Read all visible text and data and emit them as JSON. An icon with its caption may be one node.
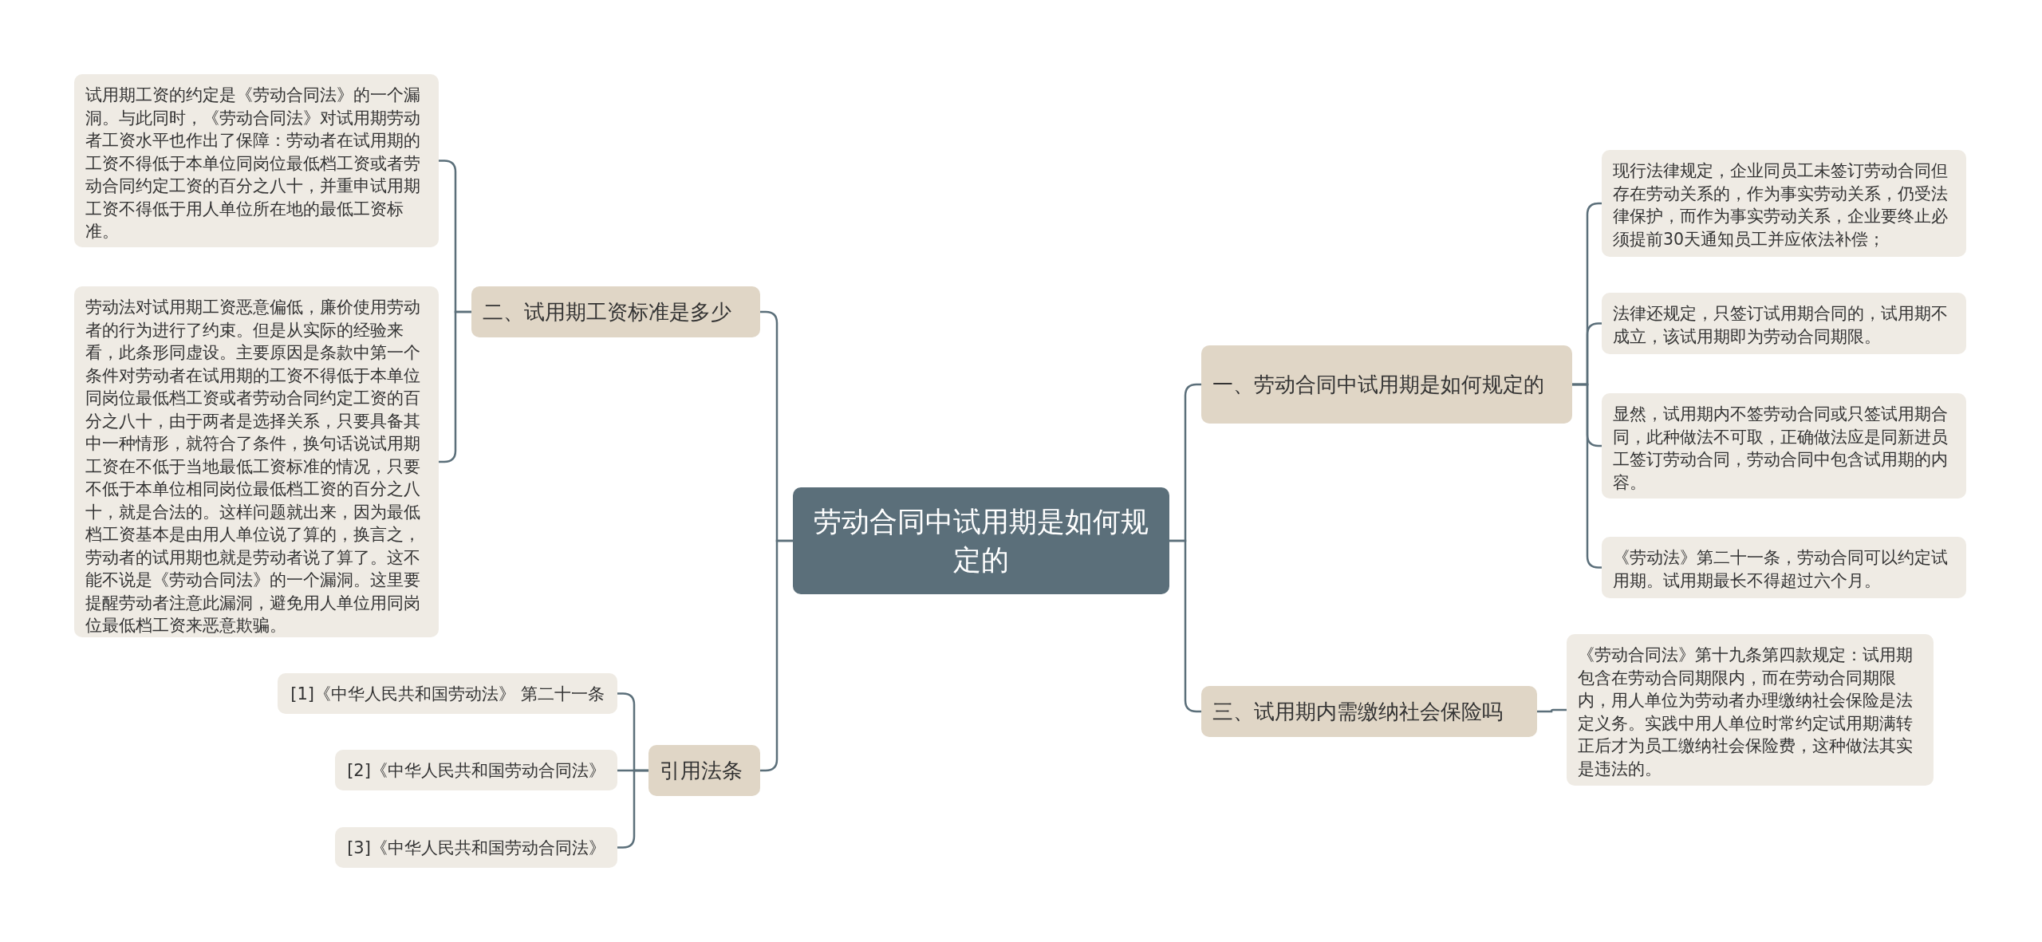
{
  "diagram": {
    "nodes": [
      {
        "text": [
          "劳动合同中试用期是如何规定的"
        ]
      },
      {
        "text": [
          "一、劳动合同中试用期是如何规定的"
        ]
      },
      {
        "text": [
          "现行法律规定，企业同员工未签订劳动合同但存在劳动关系的，作为事实劳动关系，仍受法律保护，而作为事实劳动关系，企业要终止必须提前30天通知员工并应依法补偿；"
        ]
      },
      {
        "text": [
          "法律还规定，只签订试用期合同的，试用期不成立，该试用期即为劳动合同期限。"
        ]
      },
      {
        "text": [
          "显然，试用期内不签劳动合同或只签试用期合同，此种做法不可取，正确做法应是同新进员工签订劳动合同，劳动合同中包含试用期的内容。"
        ]
      },
      {
        "text": [
          "《劳动法》第二十一条，劳动合同可以约定试用期。试用期最长不得超过六个月。"
        ]
      },
      {
        "text": [
          "三、试用期内需缴纳社会保险吗"
        ]
      },
      {
        "text": [
          "《劳动合同法》第十九条第四款规定：试用期包含在劳动合同期限内，而在劳动合同期限内，用人单位为劳动者办理缴纳社会保险是法定义务。实践中用人单位时常约定试用期满转正后才为员工缴纳社会保险费，这种做法其实是违法的。"
        ]
      },
      {
        "text": [
          "二、试用期工资标准是多少"
        ]
      },
      {
        "text": [
          "试用期工资的约定是《劳动合同法》的一个漏洞。与此同时，《劳动合同法》对试用期劳动者工资水平也作出了保障：劳动者在试用期的工资不得低于本单位同岗位最低档工资或者劳动合同约定工资的百分之八十，并重申试用期工资不得低于用人单位所在地的最低工资标准。"
        ]
      },
      {
        "text": [
          "劳动法对试用期工资恶意偏低，廉价使用劳动者的行为进行了约束。但是从实际的经验来看，此条形同虚设。主要原因是条款中第一个条件对劳动者在试用期的工资不得低于本单位同岗位最低档工资或者劳动合同约定工资的百分之八十，由于两者是选择关系，只要具备其中一种情形，就符合了条件，换句话说试用期工资在不低于当地最低工资标准的情况，只要不低于本单位相同岗位最低档工资的百分之八十，就是合法的。这样问题就出来，因为最低档工资基本是由用人单位说了算的，换言之，劳动者的试用期也就是劳动者说了算了。这不能不说是《劳动合同法》的一个漏洞。这里要提醒劳动者注意此漏洞，避免用人单位用同岗位最低档工资来恶意欺骗。"
        ]
      },
      {
        "text": [
          "引用法条"
        ]
      },
      {
        "text": [
          "[1]《中华人民共和国劳动法》 第二十一条"
        ]
      },
      {
        "text": [
          "[2]《中华人民共和国劳动合同法》"
        ]
      },
      {
        "text": [
          "[3]《中华人民共和国劳动合同法》"
        ]
      }
    ],
    "edges": [
      {
        "from": 0,
        "to": 1,
        "arrow": "none"
      },
      {
        "from": 1,
        "to": 2,
        "arrow": "none"
      },
      {
        "from": 1,
        "to": 3,
        "arrow": "none"
      },
      {
        "from": 1,
        "to": 4,
        "arrow": "none"
      },
      {
        "from": 1,
        "to": 5,
        "arrow": "none"
      },
      {
        "from": 0,
        "to": 6,
        "arrow": "none"
      },
      {
        "from": 6,
        "to": 7,
        "arrow": "none"
      },
      {
        "from": 0,
        "to": 8,
        "arrow": "none"
      },
      {
        "from": 8,
        "to": 9,
        "arrow": "none"
      },
      {
        "from": 8,
        "to": 10,
        "arrow": "none"
      },
      {
        "from": 0,
        "to": 11,
        "arrow": "none"
      },
      {
        "from": 11,
        "to": 12,
        "arrow": "none"
      },
      {
        "from": 11,
        "to": 13,
        "arrow": "none"
      },
      {
        "from": 11,
        "to": 14,
        "arrow": "none"
      }
    ]
  }
}
